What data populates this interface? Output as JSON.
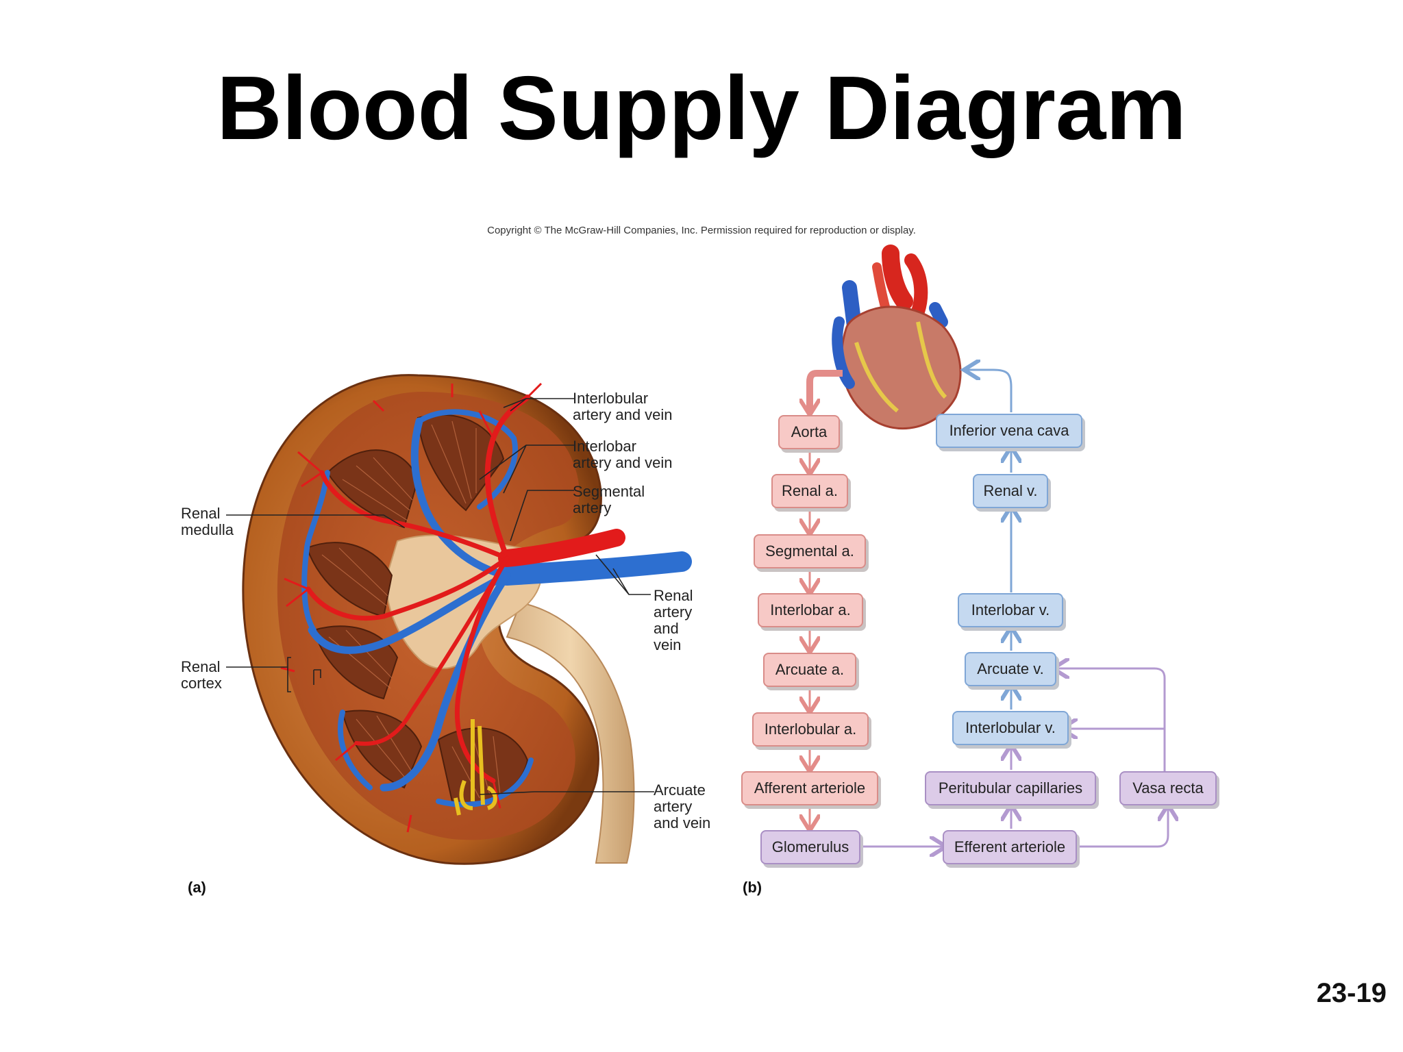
{
  "title": "Blood Supply Diagram",
  "copyright": "Copyright © The McGraw-Hill Companies, Inc. Permission required for reproduction or display.",
  "page_number": "23-19",
  "panel_a": {
    "label": "(a)",
    "callouts": {
      "interlobular": "Interlobular\nartery and vein",
      "interlobar": "Interlobar\nartery and vein",
      "segmental": "Segmental\nartery",
      "renal_medulla": "Renal\nmedulla",
      "renal_artery_vein": "Renal\nartery\nand\nvein",
      "renal_cortex": "Renal\ncortex",
      "arcuate": "Arcuate\nartery\nand vein"
    }
  },
  "panel_b": {
    "label": "(b)",
    "arterial": [
      "Aorta",
      "Renal a.",
      "Segmental a.",
      "Interlobar a.",
      "Arcuate a.",
      "Interlobular a.",
      "Afferent arteriole"
    ],
    "glomerulus": "Glomerulus",
    "efferent": "Efferent arteriole",
    "peritubular": "Peritubular capillaries",
    "vasa_recta": "Vasa recta",
    "venous": [
      "Inferior vena cava",
      "Renal v.",
      "Interlobar v.",
      "Arcuate v.",
      "Interlobular v."
    ]
  },
  "colors": {
    "artery_red": "#e21b1b",
    "vein_blue": "#2d6fd0",
    "arrow_red": "#e38c89",
    "arrow_blue": "#7fa6d6",
    "arrow_purple": "#b39ad0"
  }
}
